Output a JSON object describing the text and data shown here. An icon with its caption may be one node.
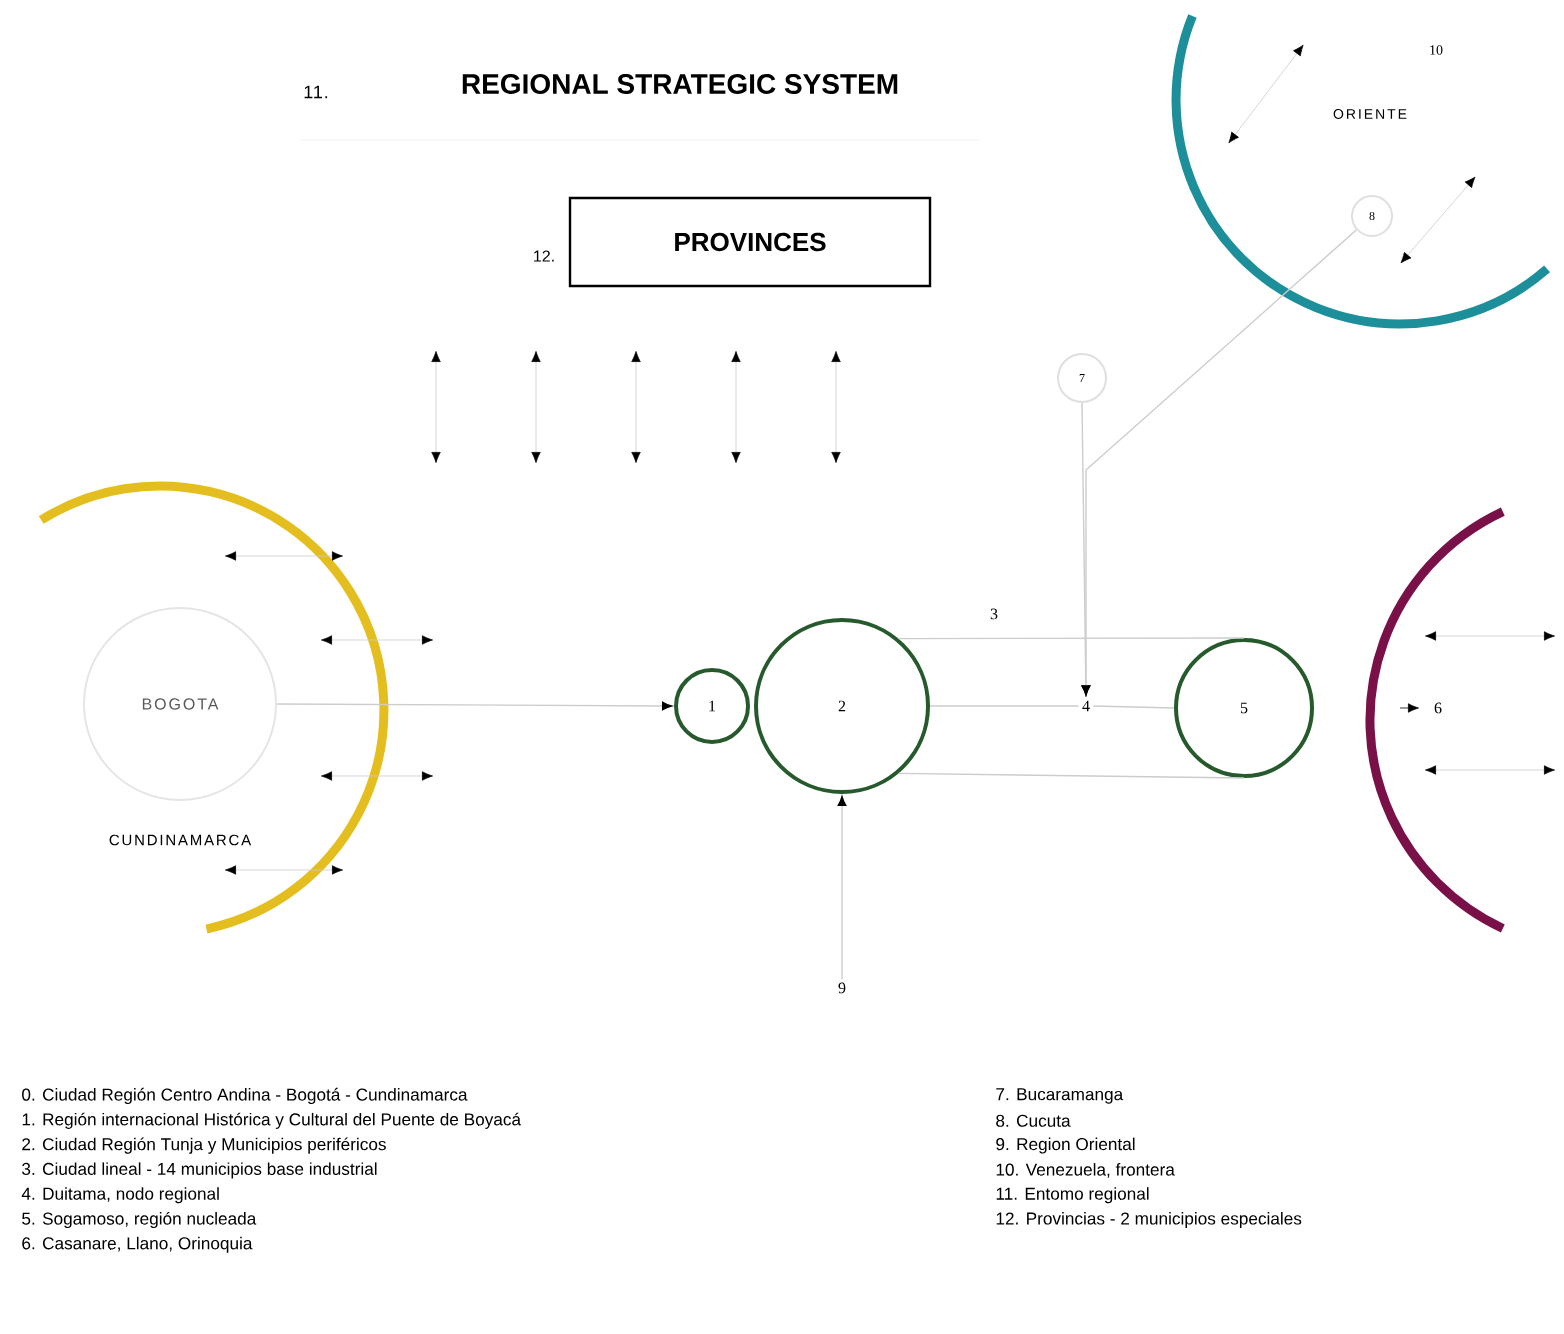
{
  "diagram": {
    "title": "REGIONAL STRATEGIC SYSTEM",
    "nodes": [
      {
        "text": [
          "PROVINCES"
        ]
      },
      {
        "text": [
          "BOGOTA"
        ]
      },
      {
        "text": [
          "1"
        ]
      },
      {
        "text": [
          "2"
        ]
      },
      {
        "text": [
          "5"
        ]
      },
      {
        "text": [
          "7"
        ]
      },
      {
        "text": [
          "8"
        ]
      },
      {
        "text": [
          "9"
        ]
      },
      {
        "text": [
          "4"
        ]
      }
    ],
    "edges": [
      {
        "from": 1,
        "to": 2,
        "arrow": "to"
      },
      {
        "from": 3,
        "to": 4,
        "arrow": "none",
        "label": "3"
      },
      {
        "from": 3,
        "to": 8,
        "arrow": "none"
      },
      {
        "from": 8,
        "to": 4,
        "arrow": "none"
      },
      {
        "from": 3,
        "to": 4,
        "arrow": "none"
      },
      {
        "from": 5,
        "to": 8,
        "arrow": "to"
      },
      {
        "from": 6,
        "to": 8,
        "arrow": "to"
      },
      {
        "from": 7,
        "to": 3,
        "arrow": "to"
      }
    ],
    "labels": [
      "11.",
      "10",
      "ORIENTE",
      "12.",
      "CUNDINAMARCA",
      "6",
      "0. Ciudad Región Centro Andina - Bogotá - Cundinamarca",
      "1. Región internacional Histórica y Cultural del Puente de Boyacá",
      "2. Ciudad Región Tunja y Municipios periféricos",
      "3. Ciudad lineal - 14 municipios base industrial",
      "4. Duitama, nodo regional",
      "5. Sogamoso, región nucleada",
      "6. Casanare, Llano, Orinoquia",
      "7. Bucaramanga",
      "8. Cucuta",
      "9. Region Oriental",
      "10. Venezuela, frontera",
      "11. Entomo regional",
      "12. Provincias - 2 municipios especiales"
    ]
  }
}
